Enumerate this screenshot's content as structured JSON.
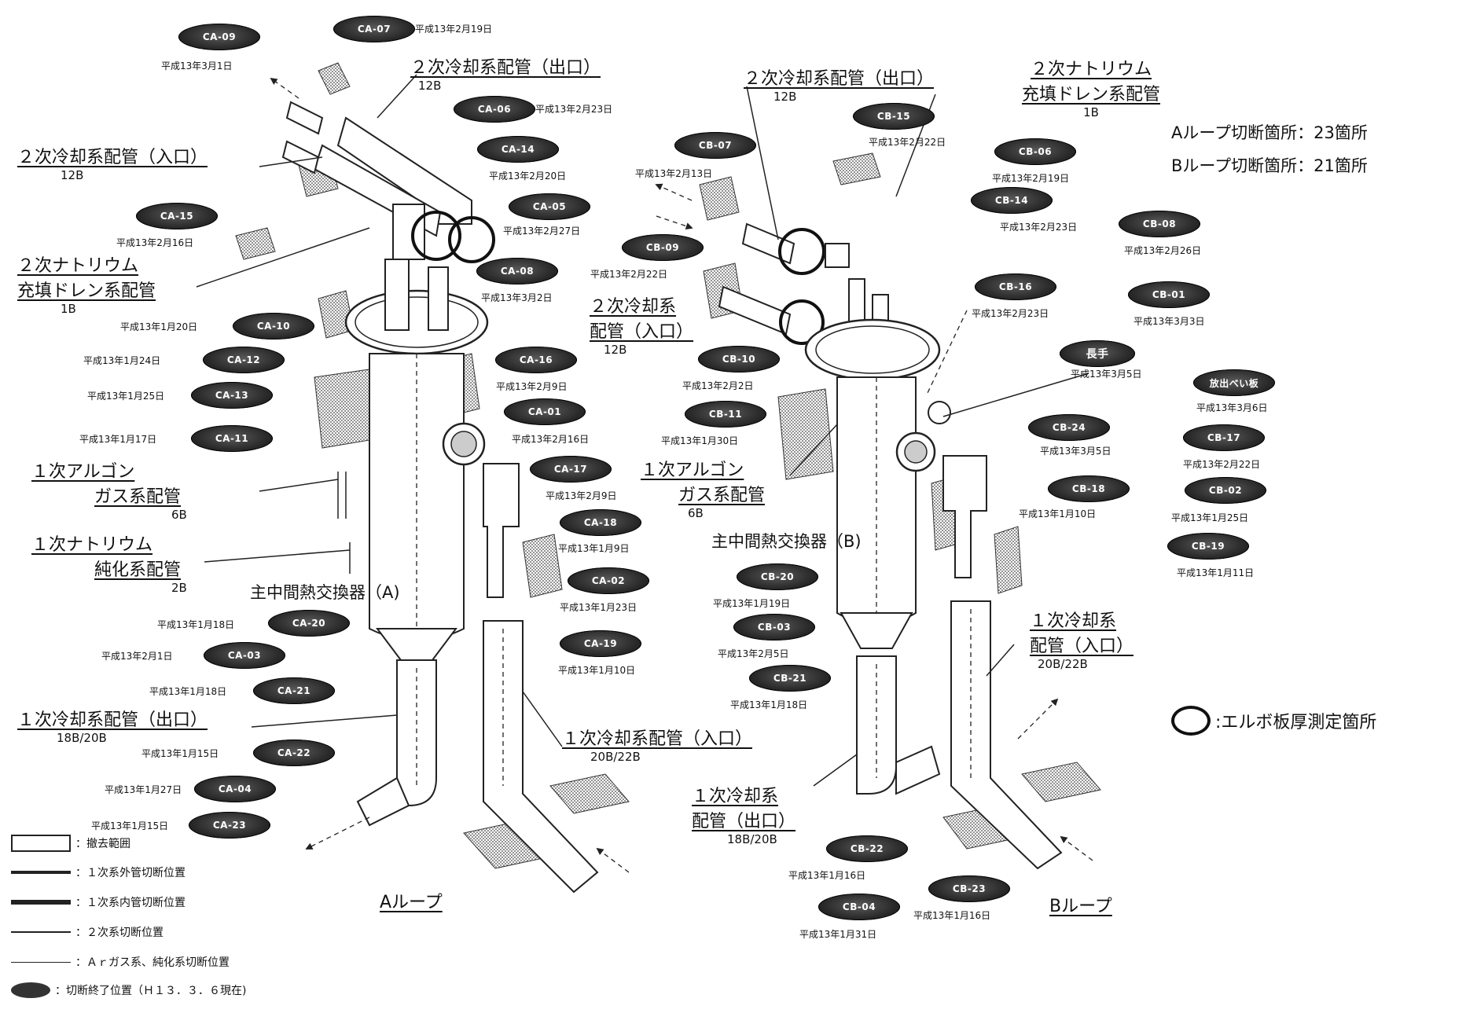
{
  "notes": {
    "a_loop_count": "Aループ切断箇所：23箇所",
    "b_loop_count": "Bループ切断箇所：21箇所",
    "elbow_legend": ":エルボ板厚測定箇所"
  },
  "loops": {
    "a_name": "Aループ",
    "b_name": "Bループ",
    "a_hx": "主中間熱交換器（A)",
    "b_hx": "主中間熱交換器（B)"
  },
  "pipe_labels": [
    {
      "id": "a-sec-out",
      "line1": "２次冷却系配管（出口）",
      "line2": "",
      "size": "12B"
    },
    {
      "id": "a-sec-in",
      "line1": "２次冷却系配管（入口）",
      "line2": "",
      "size": "12B"
    },
    {
      "id": "a-sec-na",
      "line1": "２次ナトリウム",
      "line2": "充填ドレン系配管",
      "size": "1B"
    },
    {
      "id": "a-ar",
      "line1": "１次アルゴン",
      "line2": "ガス系配管",
      "size": "6B"
    },
    {
      "id": "a-na-pur",
      "line1": "１次ナトリウム",
      "line2": "純化系配管",
      "size": "2B"
    },
    {
      "id": "a-pri-out",
      "line1": "１次冷却系配管（出口）",
      "line2": "",
      "size": "18B/20B"
    },
    {
      "id": "a-pri-in",
      "line1": "１次冷却系配管（入口）",
      "line2": "",
      "size": "20B/22B"
    },
    {
      "id": "b-sec-out",
      "line1": "２次冷却系配管（出口）",
      "line2": "",
      "size": "12B"
    },
    {
      "id": "b-sec-na",
      "line1": "２次ナトリウム",
      "line2": "充填ドレン系配管",
      "size": "1B"
    },
    {
      "id": "b-sec-in",
      "line1": "２次冷却系",
      "line2": "配管（入口）",
      "size": "12B"
    },
    {
      "id": "b-ar",
      "line1": "１次アルゴン",
      "line2": "ガス系配管",
      "size": "6B"
    },
    {
      "id": "b-pri-in",
      "line1": "１次冷却系",
      "line2": "配管（入口）",
      "size": "20B/22B"
    },
    {
      "id": "b-pri-out",
      "line1": "１次冷却系",
      "line2": "配管（出口）",
      "size": "18B/20B"
    }
  ],
  "tags": [
    {
      "id": "CA-09",
      "date": "平成13年3月1日"
    },
    {
      "id": "CA-07",
      "date": "平成13年2月19日"
    },
    {
      "id": "CA-06",
      "date": "平成13年2月23日"
    },
    {
      "id": "CA-14",
      "date": "平成13年2月20日"
    },
    {
      "id": "CA-05",
      "date": "平成13年2月27日"
    },
    {
      "id": "CA-15",
      "date": "平成13年2月16日"
    },
    {
      "id": "CA-08",
      "date": "平成13年3月2日"
    },
    {
      "id": "CA-10",
      "date": "平成13年1月20日"
    },
    {
      "id": "CA-12",
      "date": "平成13年1月24日"
    },
    {
      "id": "CA-16",
      "date": "平成13年2月9日"
    },
    {
      "id": "CA-13",
      "date": "平成13年1月25日"
    },
    {
      "id": "CA-01",
      "date": "平成13年2月16日"
    },
    {
      "id": "CA-11",
      "date": "平成13年1月17日"
    },
    {
      "id": "CA-17",
      "date": "平成13年2月9日"
    },
    {
      "id": "CA-18",
      "date": "平成13年1月9日"
    },
    {
      "id": "CA-02",
      "date": "平成13年1月23日"
    },
    {
      "id": "CA-20",
      "date": "平成13年1月18日"
    },
    {
      "id": "CA-03",
      "date": "平成13年2月1日"
    },
    {
      "id": "CA-19",
      "date": "平成13年1月10日"
    },
    {
      "id": "CA-21",
      "date": "平成13年1月18日"
    },
    {
      "id": "CA-22",
      "date": "平成13年1月15日"
    },
    {
      "id": "CA-04",
      "date": "平成13年1月27日"
    },
    {
      "id": "CA-23",
      "date": "平成13年1月15日"
    },
    {
      "id": "CB-15",
      "date": "平成13年2月22日"
    },
    {
      "id": "CB-07",
      "date": "平成13年2月13日"
    },
    {
      "id": "CB-06",
      "date": "平成13年2月19日"
    },
    {
      "id": "CB-14",
      "date": "平成13年2月23日"
    },
    {
      "id": "CB-08",
      "date": "平成13年2月26日"
    },
    {
      "id": "CB-09",
      "date": "平成13年2月22日"
    },
    {
      "id": "CB-16",
      "date": "平成13年2月23日"
    },
    {
      "id": "CB-01",
      "date": "平成13年3月3日"
    },
    {
      "id": "長手",
      "date": "平成13年3月5日"
    },
    {
      "id": "CB-10",
      "date": "平成13年2月2日"
    },
    {
      "id": "放出べい板",
      "date": "平成13年3月6日"
    },
    {
      "id": "CB-11",
      "date": "平成13年1月30日"
    },
    {
      "id": "CB-24",
      "date": "平成13年3月5日"
    },
    {
      "id": "CB-17",
      "date": "平成13年2月22日"
    },
    {
      "id": "CB-18",
      "date": "平成13年1月10日"
    },
    {
      "id": "CB-02",
      "date": "平成13年1月25日"
    },
    {
      "id": "CB-19",
      "date": "平成13年1月11日"
    },
    {
      "id": "CB-20",
      "date": "平成13年1月19日"
    },
    {
      "id": "CB-03",
      "date": "平成13年2月5日"
    },
    {
      "id": "CB-21",
      "date": "平成13年1月18日"
    },
    {
      "id": "CB-22",
      "date": "平成13年1月16日"
    },
    {
      "id": "CB-23",
      "date": "平成13年1月16日"
    },
    {
      "id": "CB-04",
      "date": "平成13年1月31日"
    }
  ],
  "legend": {
    "removal": "：撤去範囲",
    "pri_outer": "：１次系外管切断位置",
    "pri_inner": "：１次系内管切断位置",
    "secondary": "：２次系切断位置",
    "ar": "：Ａｒガス系、純化系切断位置",
    "done": "：切断終了位置（Ｈ１３．３．６現在)"
  }
}
